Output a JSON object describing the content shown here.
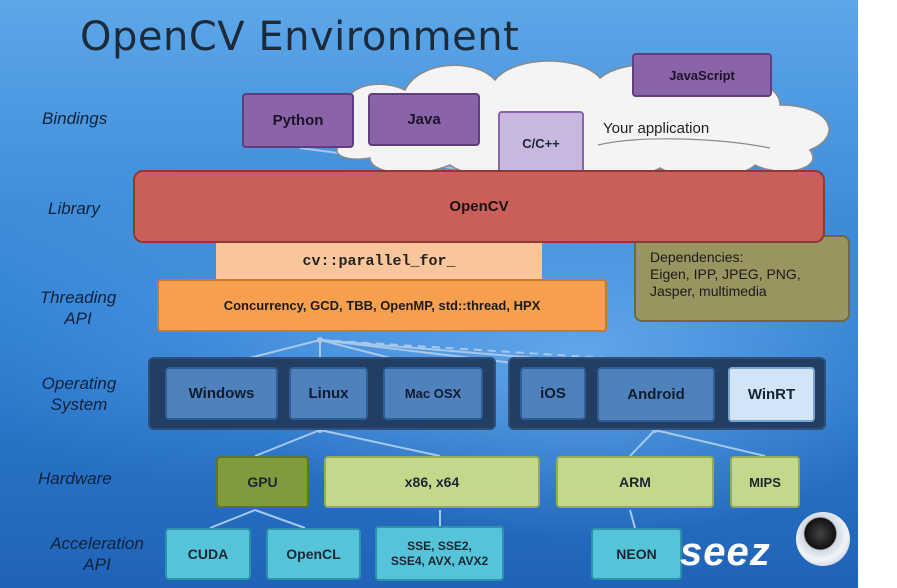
{
  "title": "OpenCV Environment",
  "layers": {
    "bindings": "Bindings",
    "library": "Library",
    "threading_line1": "Threading",
    "threading_line2": "API",
    "os_line1": "Operating",
    "os_line2": "System",
    "hardware": "Hardware",
    "accel_line1": "Acceleration",
    "accel_line2": "API"
  },
  "bindings": {
    "python": "Python",
    "java": "Java",
    "cpp": "C/C++",
    "javascript": "JavaScript",
    "your_app": "Your application"
  },
  "library": {
    "opencv": "OpenCV"
  },
  "threading": {
    "parallel_for": "cv::parallel_for_",
    "backends": "Concurrency, GCD, TBB, OpenMP, std::thread, HPX"
  },
  "dependencies": {
    "line1": "Dependencies:",
    "line2": "Eigen, IPP, JPEG, PNG,",
    "line3": "Jasper, multimedia"
  },
  "os": {
    "windows": "Windows",
    "linux": "Linux",
    "macosx": "Mac OSX",
    "ios": "iOS",
    "android": "Android",
    "winrt": "WinRT"
  },
  "hardware": {
    "gpu": "GPU",
    "x86": "x86, x64",
    "arm": "ARM",
    "mips": "MIPS"
  },
  "accel": {
    "cuda": "CUDA",
    "opencl": "OpenCL",
    "sse_line1": "SSE, SSE2,",
    "sse_line2": "SSE4, AVX, AVX2",
    "neon": "NEON"
  },
  "logo": "seez"
}
